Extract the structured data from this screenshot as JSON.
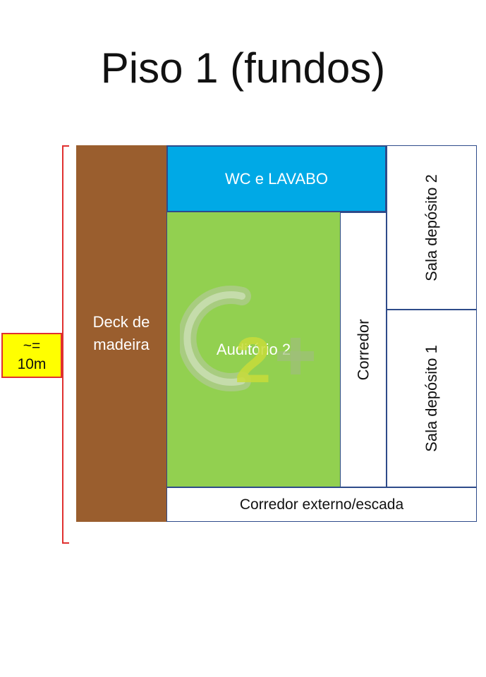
{
  "title": "Piso 1 (fundos)",
  "dimension": {
    "line1": "~=",
    "line2": "10m"
  },
  "rooms": {
    "deck": "Deck de madeira",
    "wc": "WC e LAVABO",
    "auditorio": "Auditório 2",
    "corredor": "Corredor",
    "sala2": "Sala depósito 2",
    "sala1": "Sala depósito 1",
    "externo": "Corredor externo/escada"
  },
  "watermark": "C2+",
  "colors": {
    "deck": "#9a5e2e",
    "wc": "#00a9e6",
    "auditorio": "#92d050",
    "border": "#2e4b8a",
    "brace": "#e0302f",
    "dimension_bg": "#ffff00"
  }
}
